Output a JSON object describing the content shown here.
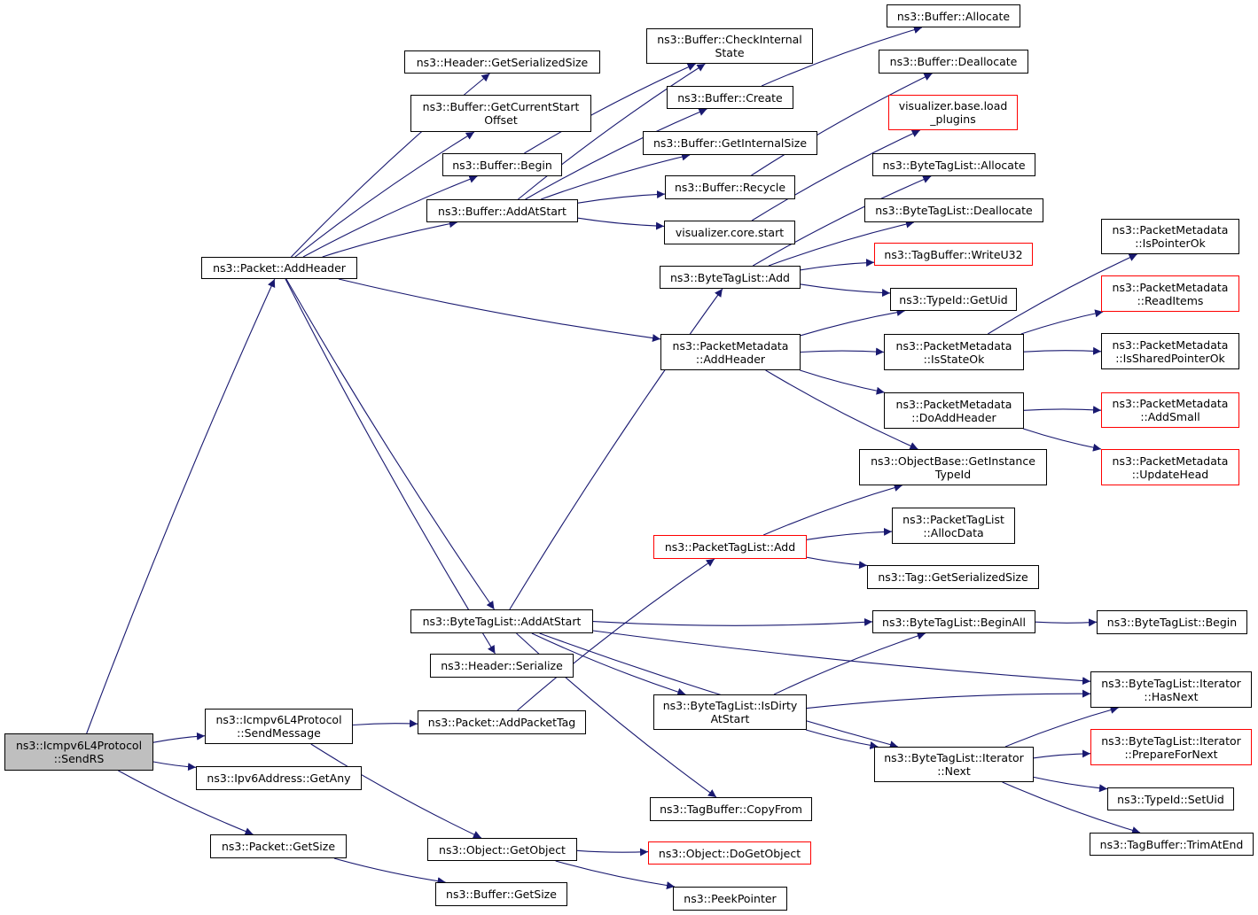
{
  "colors": {
    "edge": "#191970",
    "border": "#000000",
    "truncated_border": "#ff0000",
    "root_fill": "#bfbfbf"
  },
  "nodes": [
    {
      "id": "sendrs",
      "label": "ns3::Icmpv6L4Protocol\n::SendRS",
      "style": "root"
    },
    {
      "id": "addheader",
      "label": "ns3::Packet::AddHeader"
    },
    {
      "id": "sendmessage",
      "label": "ns3::Icmpv6L4Protocol\n::SendMessage"
    },
    {
      "id": "getany",
      "label": "ns3::Ipv6Address::GetAny"
    },
    {
      "id": "pktgetsize",
      "label": "ns3::Packet::GetSize"
    },
    {
      "id": "hdrgetser",
      "label": "ns3::Header::GetSerializedSize"
    },
    {
      "id": "bufgetcurstart",
      "label": "ns3::Buffer::GetCurrentStart\nOffset"
    },
    {
      "id": "bufbegin",
      "label": "ns3::Buffer::Begin"
    },
    {
      "id": "bufaddatstart",
      "label": "ns3::Buffer::AddAtStart"
    },
    {
      "id": "btladdatstart",
      "label": "ns3::ByteTagList::AddAtStart"
    },
    {
      "id": "hdrserialize",
      "label": "ns3::Header::Serialize"
    },
    {
      "id": "addpackettag",
      "label": "ns3::Packet::AddPacketTag"
    },
    {
      "id": "getobject",
      "label": "ns3::Object::GetObject"
    },
    {
      "id": "bufgetsize",
      "label": "ns3::Buffer::GetSize"
    },
    {
      "id": "checkinternal",
      "label": "ns3::Buffer::CheckInternal\nState"
    },
    {
      "id": "bufcreate",
      "label": "ns3::Buffer::Create"
    },
    {
      "id": "bufgetinternal",
      "label": "ns3::Buffer::GetInternalSize"
    },
    {
      "id": "bufrecycle",
      "label": "ns3::Buffer::Recycle"
    },
    {
      "id": "viscorestart",
      "label": "visualizer.core.start"
    },
    {
      "id": "btladd",
      "label": "ns3::ByteTagList::Add"
    },
    {
      "id": "pmaddheader",
      "label": "ns3::PacketMetadata\n::AddHeader"
    },
    {
      "id": "ptladd",
      "label": "ns3::PacketTagList::Add",
      "style": "red"
    },
    {
      "id": "btlisdirty",
      "label": "ns3::ByteTagList::IsDirty\nAtStart"
    },
    {
      "id": "tbcopyfrom",
      "label": "ns3::TagBuffer::CopyFrom"
    },
    {
      "id": "odogetobject",
      "label": "ns3::Object::DoGetObject",
      "style": "red"
    },
    {
      "id": "peekpointer",
      "label": "ns3::PeekPointer"
    },
    {
      "id": "bufallocate",
      "label": "ns3::Buffer::Allocate"
    },
    {
      "id": "bufdeallocate",
      "label": "ns3::Buffer::Deallocate"
    },
    {
      "id": "visloadplugins",
      "label": "visualizer.base.load\n_plugins",
      "style": "red"
    },
    {
      "id": "btlallocate",
      "label": "ns3::ByteTagList::Allocate"
    },
    {
      "id": "btldeallocate",
      "label": "ns3::ByteTagList::Deallocate"
    },
    {
      "id": "tbwriteu32",
      "label": "ns3::TagBuffer::WriteU32",
      "style": "red"
    },
    {
      "id": "typeidgetuid",
      "label": "ns3::TypeId::GetUid"
    },
    {
      "id": "pmisstateok",
      "label": "ns3::PacketMetadata\n::IsStateOk"
    },
    {
      "id": "pmdoaddheader",
      "label": "ns3::PacketMetadata\n::DoAddHeader"
    },
    {
      "id": "objbasegetinst",
      "label": "ns3::ObjectBase::GetInstance\nTypeId"
    },
    {
      "id": "ptlallocdata",
      "label": "ns3::PacketTagList\n::AllocData"
    },
    {
      "id": "taggetser",
      "label": "ns3::Tag::GetSerializedSize"
    },
    {
      "id": "btlbeginall",
      "label": "ns3::ByteTagList::BeginAll"
    },
    {
      "id": "btlitnext",
      "label": "ns3::ByteTagList::Iterator\n::Next"
    },
    {
      "id": "pmispointerok",
      "label": "ns3::PacketMetadata\n::IsPointerOk"
    },
    {
      "id": "pmreaditems",
      "label": "ns3::PacketMetadata\n::ReadItems",
      "style": "red"
    },
    {
      "id": "pmissharedptr",
      "label": "ns3::PacketMetadata\n::IsSharedPointerOk"
    },
    {
      "id": "pmaddsmall",
      "label": "ns3::PacketMetadata\n::AddSmall",
      "style": "red"
    },
    {
      "id": "pmupdatehead",
      "label": "ns3::PacketMetadata\n::UpdateHead",
      "style": "red"
    },
    {
      "id": "btlbegin",
      "label": "ns3::ByteTagList::Begin"
    },
    {
      "id": "btlithasnext",
      "label": "ns3::ByteTagList::Iterator\n::HasNext"
    },
    {
      "id": "btlitprepare",
      "label": "ns3::ByteTagList::Iterator\n::PrepareForNext",
      "style": "red"
    },
    {
      "id": "typeidsetuid",
      "label": "ns3::TypeId::SetUid"
    },
    {
      "id": "tbtrimatend",
      "label": "ns3::TagBuffer::TrimAtEnd"
    }
  ],
  "edges": [
    [
      "sendrs",
      "addheader"
    ],
    [
      "sendrs",
      "sendmessage"
    ],
    [
      "sendrs",
      "getany"
    ],
    [
      "sendrs",
      "pktgetsize"
    ],
    [
      "addheader",
      "hdrgetser"
    ],
    [
      "addheader",
      "bufgetcurstart"
    ],
    [
      "addheader",
      "bufbegin"
    ],
    [
      "addheader",
      "bufaddatstart"
    ],
    [
      "addheader",
      "pmaddheader"
    ],
    [
      "addheader",
      "btladdatstart"
    ],
    [
      "addheader",
      "hdrserialize"
    ],
    [
      "bufbegin",
      "checkinternal"
    ],
    [
      "bufaddatstart",
      "checkinternal"
    ],
    [
      "bufaddatstart",
      "bufcreate"
    ],
    [
      "bufaddatstart",
      "bufgetinternal"
    ],
    [
      "bufaddatstart",
      "bufrecycle"
    ],
    [
      "bufaddatstart",
      "viscorestart"
    ],
    [
      "bufcreate",
      "bufallocate"
    ],
    [
      "bufrecycle",
      "bufdeallocate"
    ],
    [
      "viscorestart",
      "visloadplugins"
    ],
    [
      "btladdatstart",
      "btladd"
    ],
    [
      "btladdatstart",
      "btlbeginall"
    ],
    [
      "btladdatstart",
      "btlithasnext"
    ],
    [
      "btladdatstart",
      "btlisdirty"
    ],
    [
      "btladdatstart",
      "btlitnext"
    ],
    [
      "btladdatstart",
      "tbcopyfrom"
    ],
    [
      "btladd",
      "btlallocate"
    ],
    [
      "btladd",
      "btldeallocate"
    ],
    [
      "btladd",
      "tbwriteu32"
    ],
    [
      "btladd",
      "typeidgetuid"
    ],
    [
      "pmaddheader",
      "typeidgetuid"
    ],
    [
      "pmaddheader",
      "pmisstateok"
    ],
    [
      "pmaddheader",
      "pmdoaddheader"
    ],
    [
      "pmaddheader",
      "objbasegetinst"
    ],
    [
      "pmisstateok",
      "pmispointerok"
    ],
    [
      "pmisstateok",
      "pmreaditems"
    ],
    [
      "pmisstateok",
      "pmissharedptr"
    ],
    [
      "pmdoaddheader",
      "pmaddsmall"
    ],
    [
      "pmdoaddheader",
      "pmupdatehead"
    ],
    [
      "sendmessage",
      "addpackettag"
    ],
    [
      "sendmessage",
      "getobject"
    ],
    [
      "addpackettag",
      "ptladd"
    ],
    [
      "ptladd",
      "objbasegetinst"
    ],
    [
      "ptladd",
      "ptlallocdata"
    ],
    [
      "ptladd",
      "taggetser"
    ],
    [
      "btlbeginall",
      "btlbegin"
    ],
    [
      "btlisdirty",
      "btlbeginall"
    ],
    [
      "btlisdirty",
      "btlithasnext"
    ],
    [
      "btlisdirty",
      "btlitnext"
    ],
    [
      "btlitnext",
      "btlithasnext"
    ],
    [
      "btlitnext",
      "btlitprepare"
    ],
    [
      "btlitnext",
      "typeidsetuid"
    ],
    [
      "btlitnext",
      "tbtrimatend"
    ],
    [
      "getobject",
      "odogetobject"
    ],
    [
      "getobject",
      "peekpointer"
    ],
    [
      "pktgetsize",
      "bufgetsize"
    ]
  ]
}
